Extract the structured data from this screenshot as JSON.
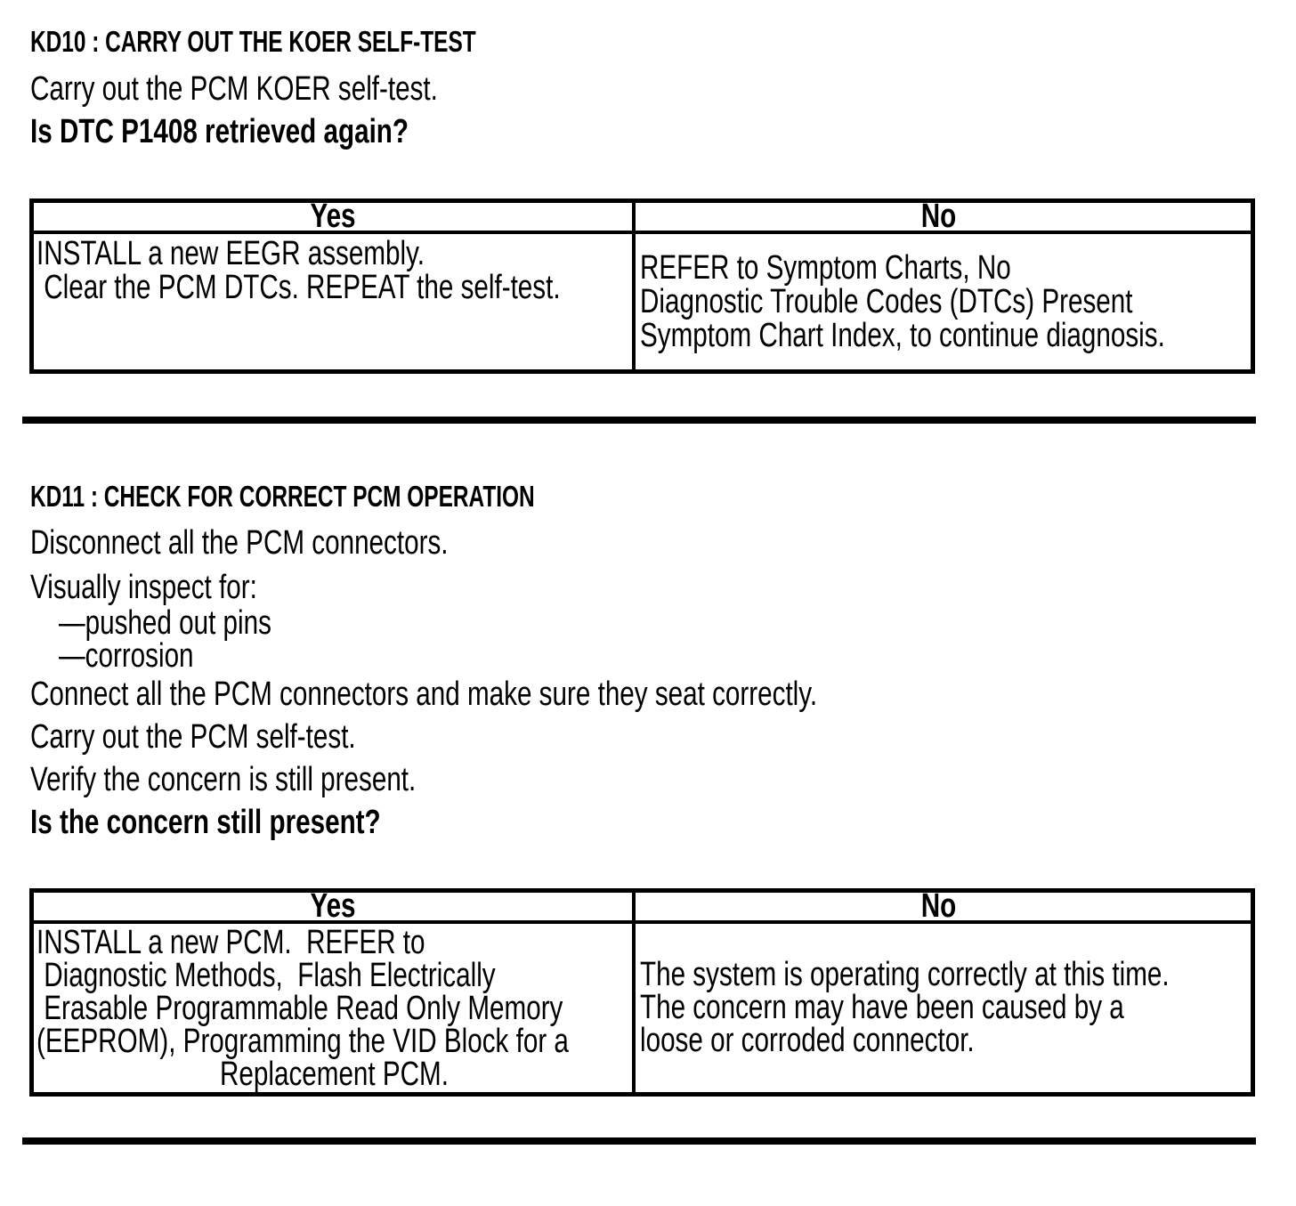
{
  "kd10": {
    "heading": "KD10 : CARRY OUT THE KOER SELF-TEST",
    "intro": "Carry out the PCM KOER self-test.",
    "question": "Is DTC P1408 retrieved again?",
    "table": {
      "yes_header": "Yes",
      "no_header": "No",
      "yes_lines": [
        "INSTALL a new EEGR assembly.",
        " Clear the PCM DTCs. REPEAT the self-test."
      ],
      "no_lines": [
        "REFER to Symptom Charts, No",
        "Diagnostic Trouble Codes (DTCs) Present",
        "Symptom Chart Index, to continue diagnosis."
      ]
    }
  },
  "kd11": {
    "heading": "KD11 : CHECK FOR CORRECT PCM OPERATION",
    "step1": "Disconnect all the PCM connectors.",
    "step2": "Visually inspect for:",
    "inspect_items": [
      "—pushed out pins",
      "—corrosion"
    ],
    "step3": "Connect all the PCM connectors and make sure they seat correctly.",
    "step4": "Carry out the PCM self-test.",
    "step5": "Verify the concern is still present.",
    "question": "Is the concern still present?",
    "table": {
      "yes_header": "Yes",
      "no_header": "No",
      "yes_lines": [
        "INSTALL a new PCM.  REFER to",
        " Diagnostic Methods,  Flash Electrically",
        " Erasable Programmable Read Only Memory",
        "(EEPROM), Programming the VID Block for a",
        "Replacement PCM."
      ],
      "no_lines": [
        "The system is operating correctly at this time.",
        "The concern may have been caused by a",
        "loose or corroded connector."
      ]
    }
  },
  "colors": {
    "text": "#000000",
    "background": "#ffffff",
    "rule": "#000000"
  }
}
